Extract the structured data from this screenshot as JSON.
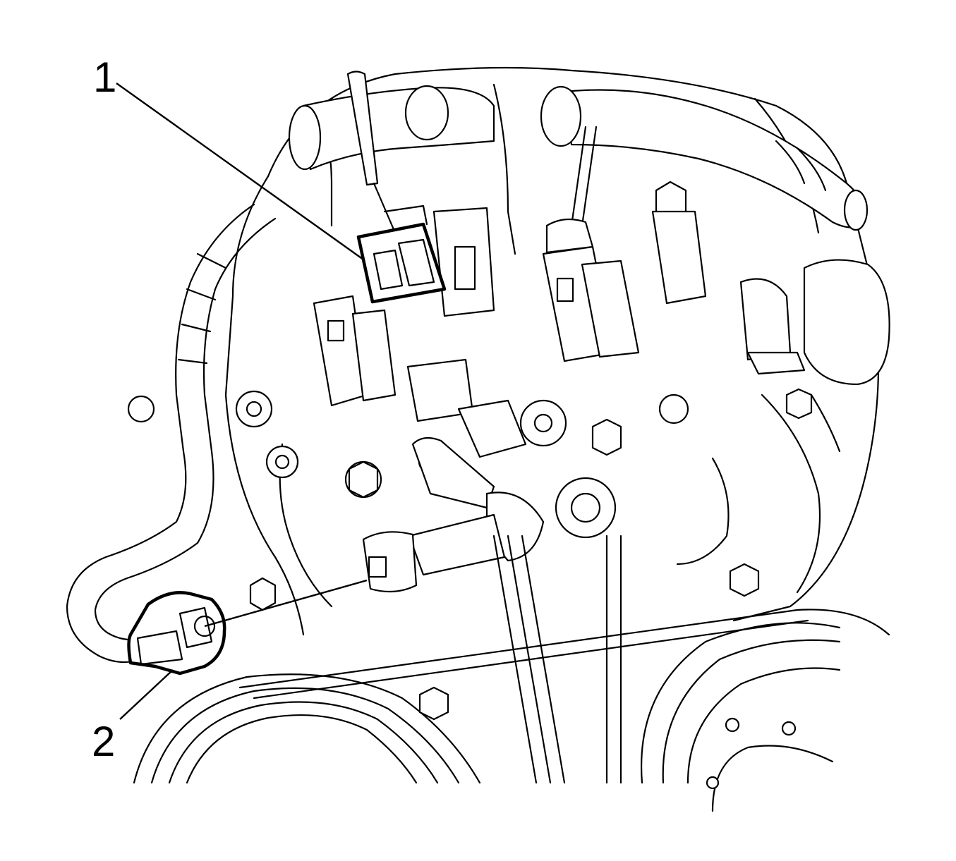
{
  "callouts": [
    {
      "id": "1",
      "label": "1"
    },
    {
      "id": "2",
      "label": "2"
    }
  ],
  "colors": {
    "line": "#000000",
    "background": "#ffffff"
  }
}
